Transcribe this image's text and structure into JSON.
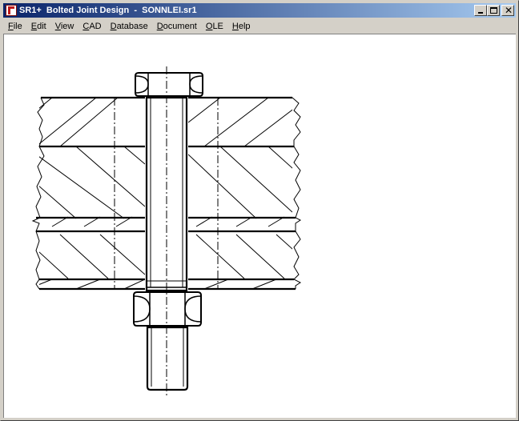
{
  "window": {
    "title": "SR1+  Bolted Joint Design  -  SONNLEI.sr1",
    "icon": "app-icon",
    "caption_buttons": [
      "minimize-icon",
      "maximize-icon",
      "close-icon"
    ],
    "close_glyph": "✕"
  },
  "menu": {
    "items": [
      {
        "label": "File",
        "accel": "F",
        "rest": "ile"
      },
      {
        "label": "Edit",
        "accel": "E",
        "rest": "dit"
      },
      {
        "label": "View",
        "accel": "V",
        "rest": "iew"
      },
      {
        "label": "CAD",
        "accel": "C",
        "rest": "AD"
      },
      {
        "label": "Database",
        "accel": "D",
        "rest": "atabase"
      },
      {
        "label": "Document",
        "accel": "D",
        "rest": "ocument"
      },
      {
        "label": "OLE",
        "accel": "O",
        "rest": "LE"
      },
      {
        "label": "Help",
        "accel": "H",
        "rest": "elp"
      }
    ]
  },
  "drawing": {
    "subject": "bolted-joint-cross-section",
    "components": [
      "hex-bolt-head",
      "bolt-shank",
      "clamped-plates",
      "hex-nut",
      "thread-end"
    ],
    "colors": {
      "line": "#000000",
      "background": "#ffffff"
    }
  }
}
